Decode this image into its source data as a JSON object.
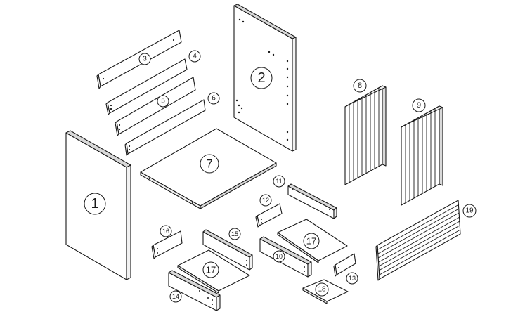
{
  "parts": {
    "p1": "1",
    "p2": "2",
    "p3": "3",
    "p4": "4",
    "p5": "5",
    "p6": "6",
    "p7": "7",
    "p8": "8",
    "p9": "9",
    "p10": "10",
    "p11": "11",
    "p12": "12",
    "p13": "13",
    "p14": "14",
    "p15": "15",
    "p16": "16",
    "p17a": "17",
    "p17b": "17",
    "p18": "18",
    "p19": "19"
  }
}
